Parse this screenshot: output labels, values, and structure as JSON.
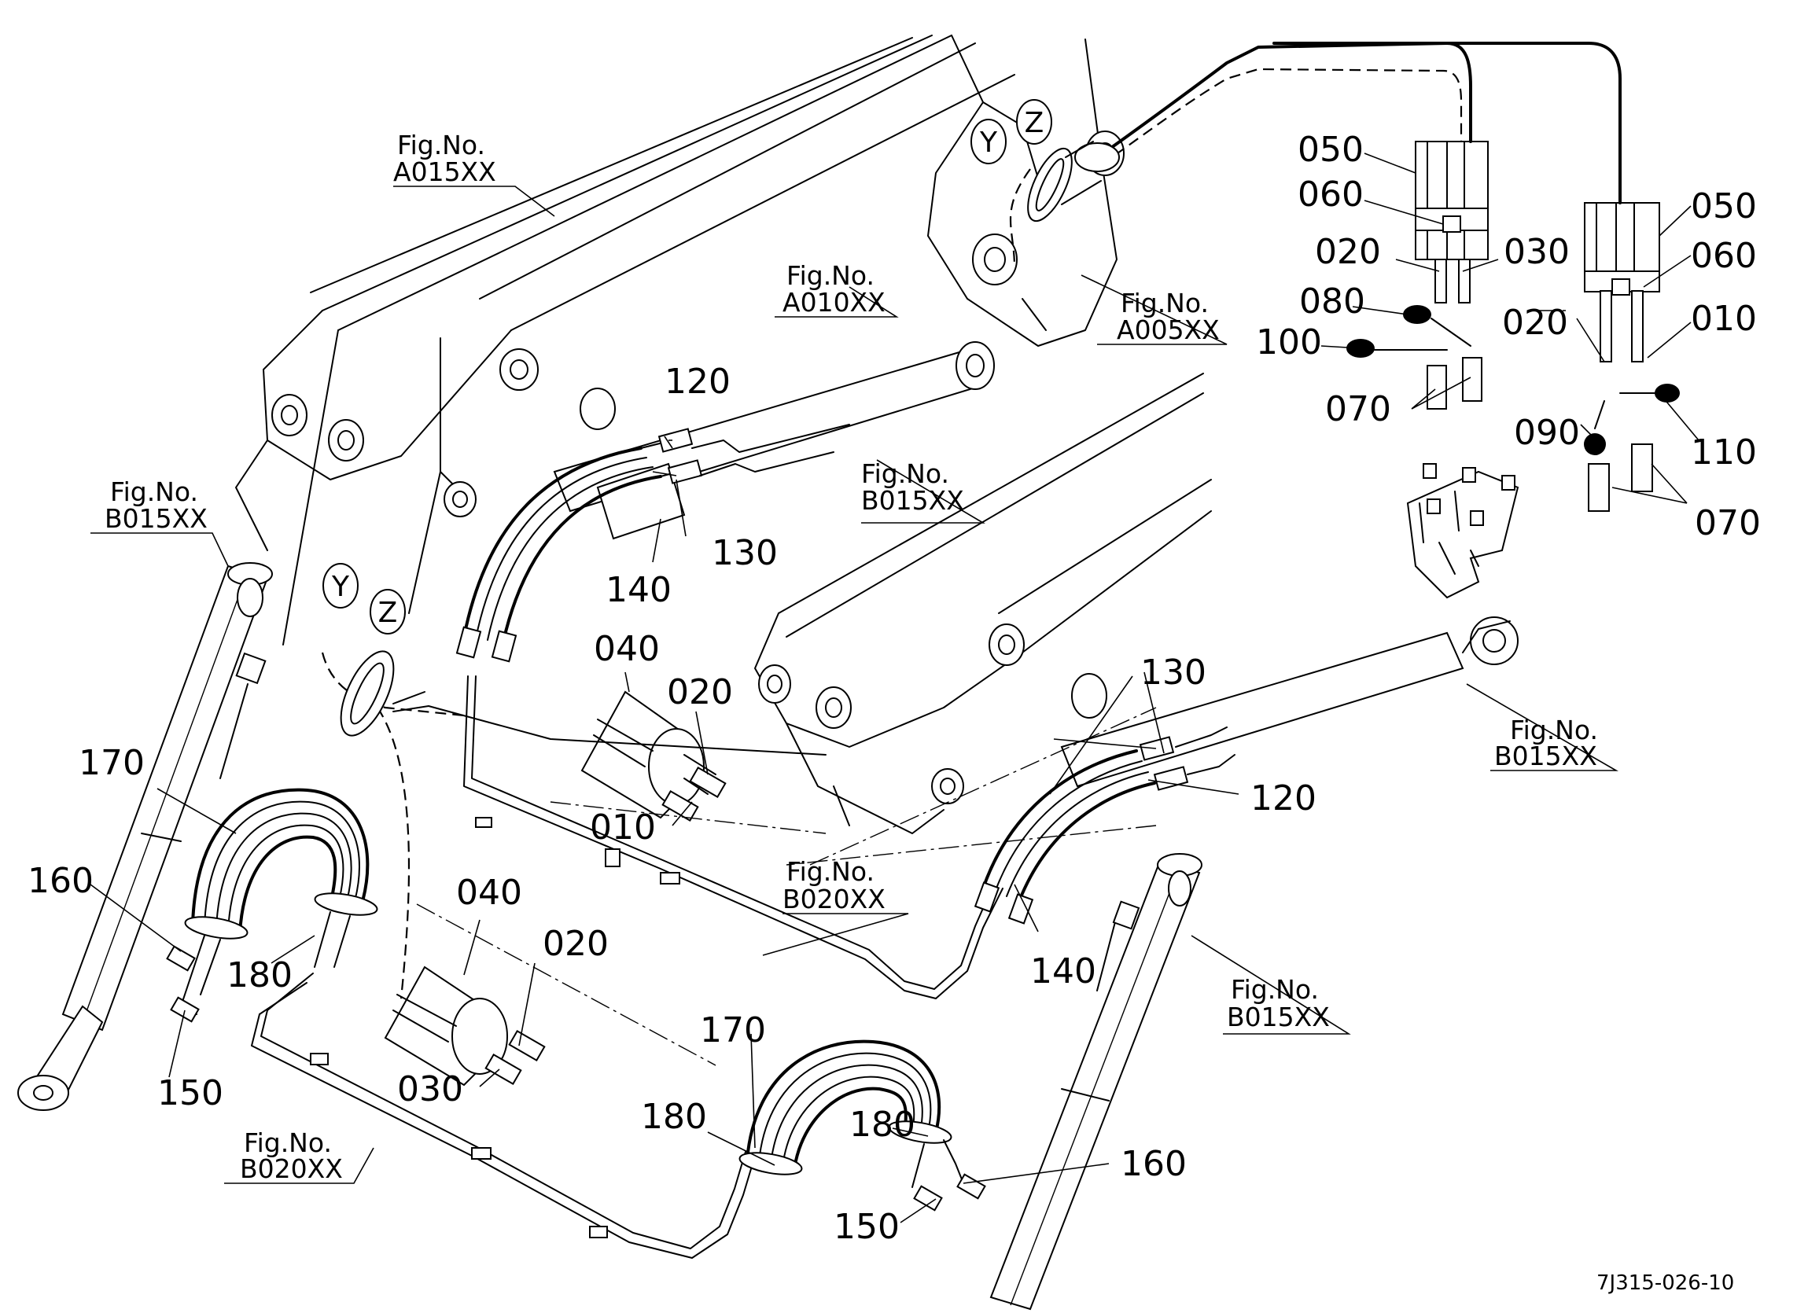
{
  "drawing_code": "7J315-026-10",
  "callout_letters": {
    "y": "Y",
    "z": "Z"
  },
  "fig_refs": [
    {
      "line1": "Fig.No.",
      "line2": "A015XX"
    },
    {
      "line1": "Fig.No.",
      "line2": "A010XX"
    },
    {
      "line1": "Fig.No.",
      "line2": "A005XX"
    },
    {
      "line1": "Fig.No.",
      "line2": "B015XX"
    },
    {
      "line1": "Fig.No.",
      "line2": "B015XX"
    },
    {
      "line1": "Fig.No.",
      "line2": "B015XX"
    },
    {
      "line1": "Fig.No.",
      "line2": "B015XX"
    },
    {
      "line1": "Fig.No.",
      "line2": "B020XX"
    },
    {
      "line1": "Fig.No.",
      "line2": "B020XX"
    }
  ],
  "part_labels": [
    "050",
    "060",
    "020",
    "030",
    "080",
    "100",
    "070",
    "050",
    "060",
    "020",
    "010",
    "090",
    "110",
    "070",
    "120",
    "130",
    "140",
    "040",
    "020",
    "010",
    "130",
    "120",
    "140",
    "170",
    "160",
    "180",
    "150",
    "040",
    "020",
    "030",
    "170",
    "180",
    "180",
    "160",
    "150"
  ]
}
